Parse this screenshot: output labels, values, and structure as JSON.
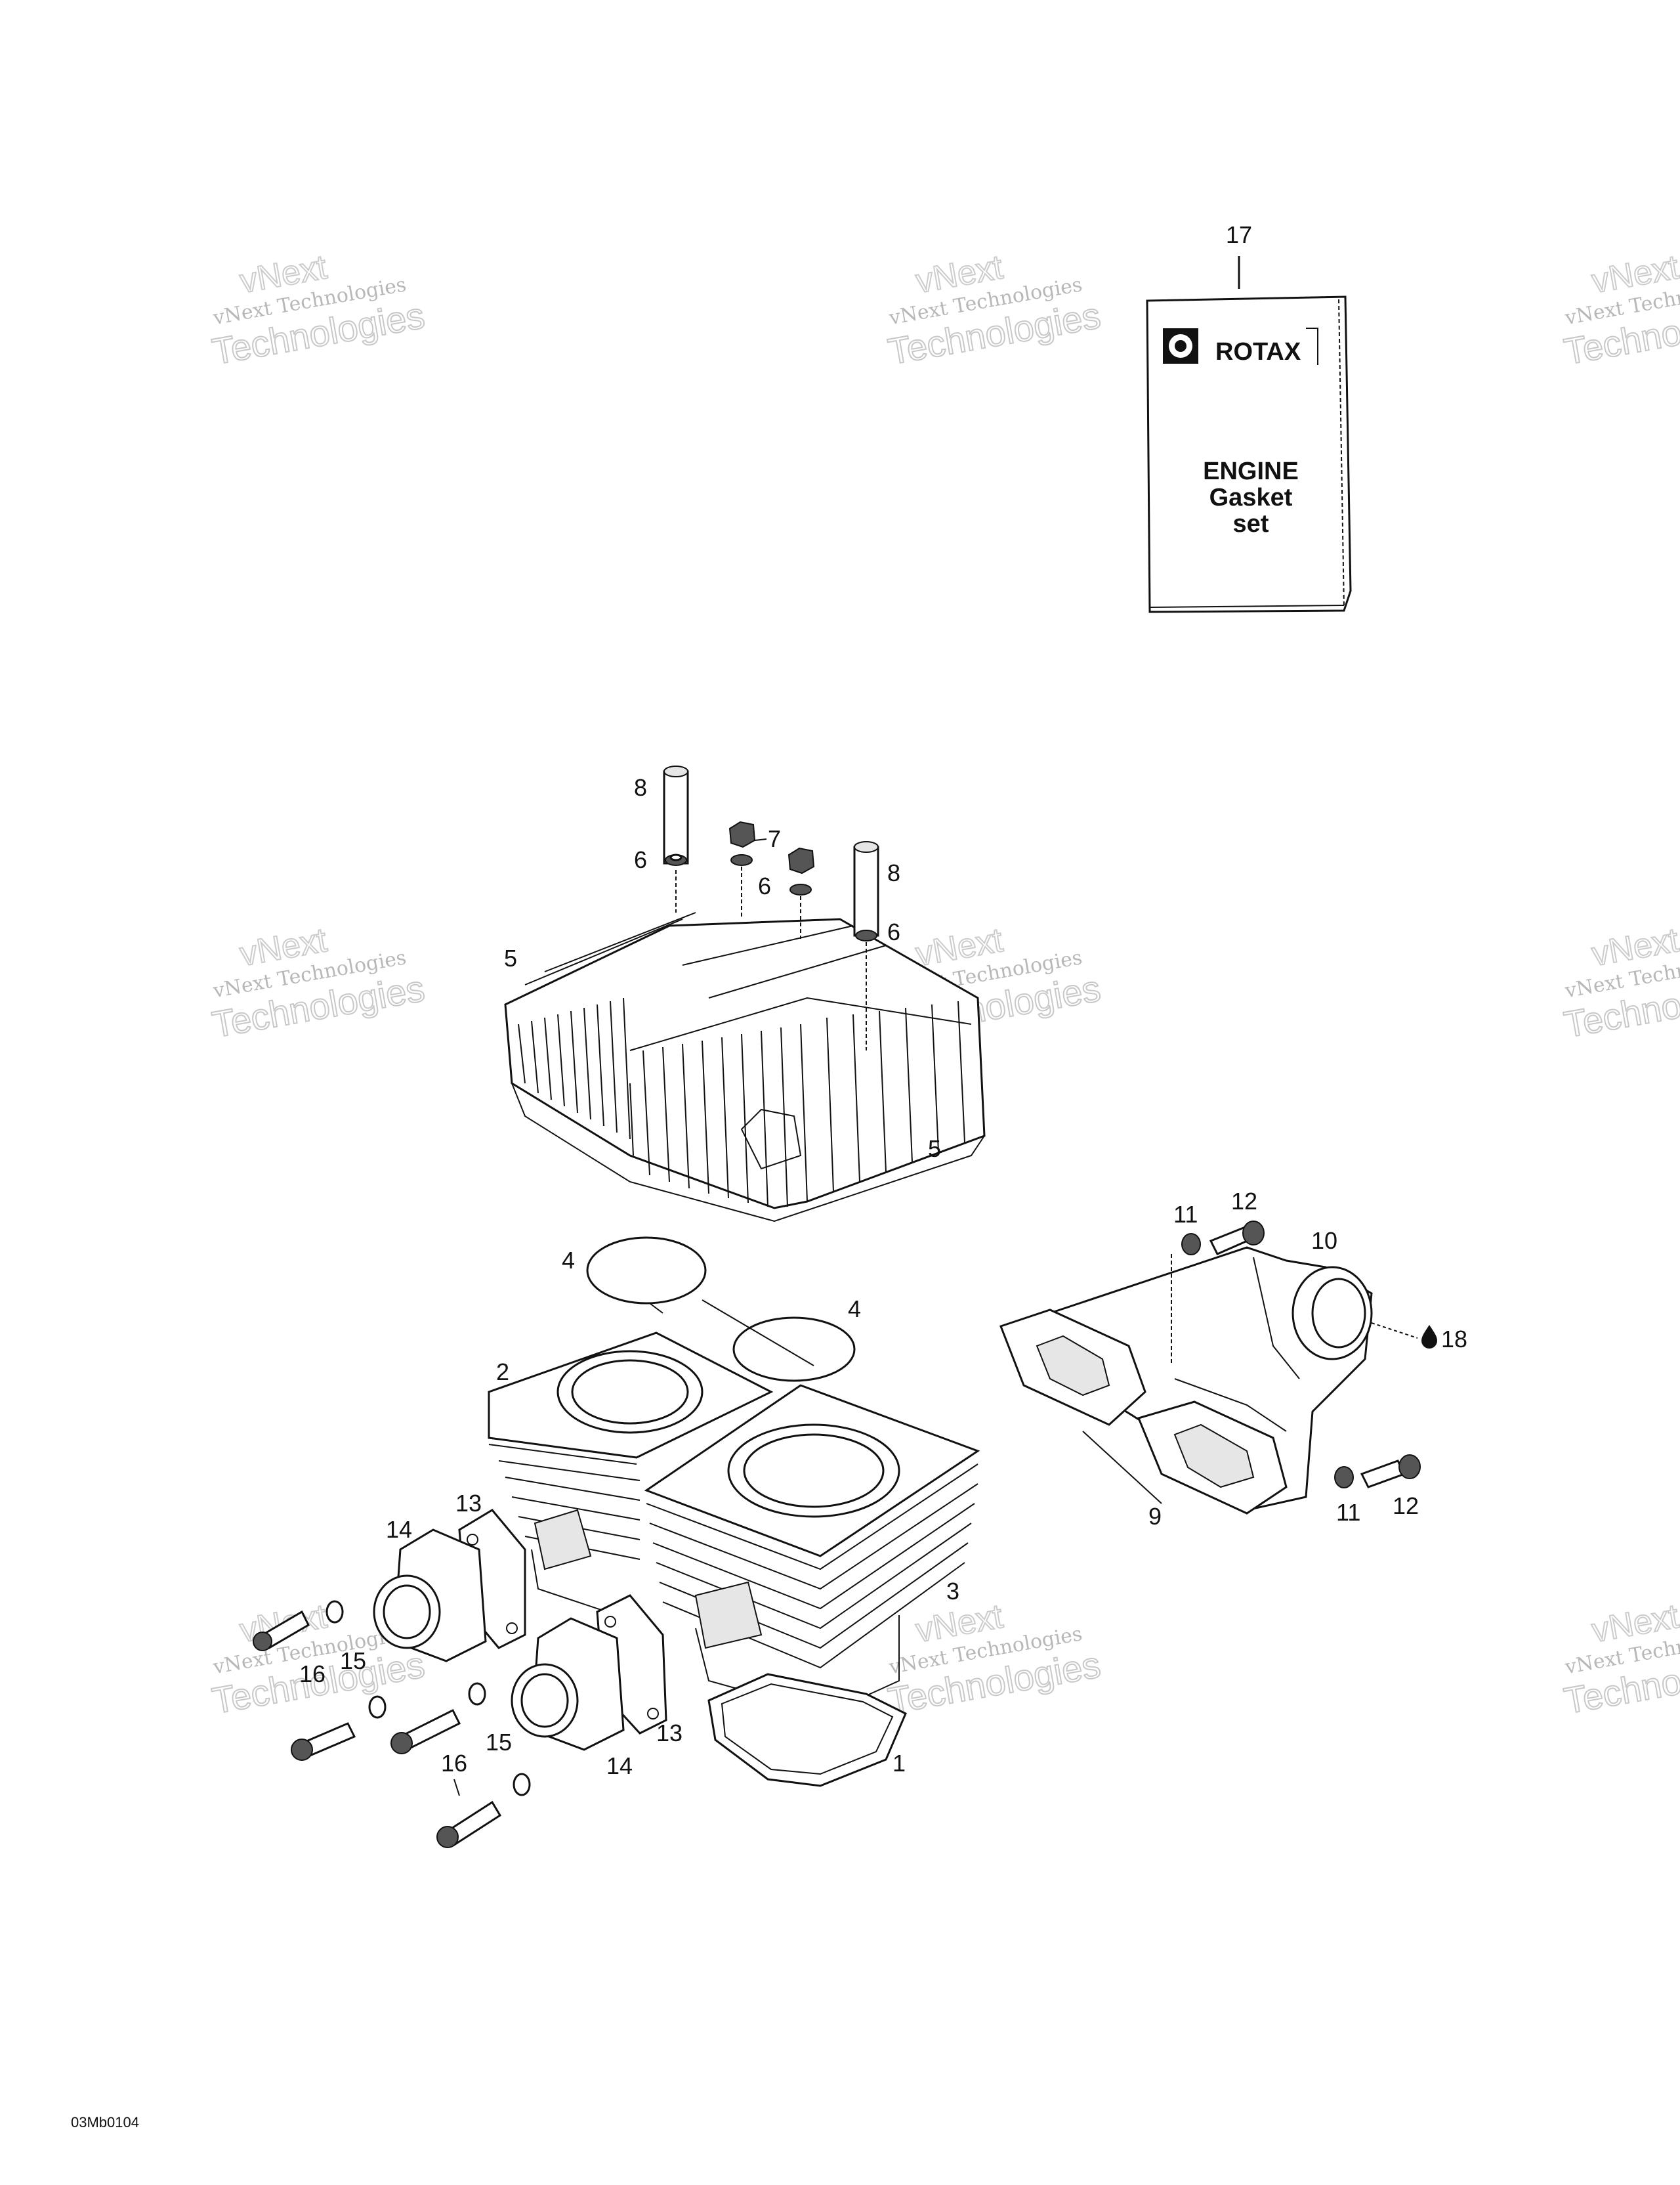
{
  "watermark": {
    "line1": "vNext",
    "line2": "vNext Technologies",
    "line3": "Technologies"
  },
  "kit": {
    "brand": "ROTAX",
    "lines": [
      "ENGINE",
      "Gasket",
      "set"
    ]
  },
  "drawing_code": "03Mb0104",
  "callouts": [
    "1",
    "2",
    "3",
    "4",
    "5",
    "6",
    "7",
    "8",
    "9",
    "10",
    "11",
    "12",
    "13",
    "14",
    "15",
    "16",
    "17",
    "18"
  ],
  "icons": {
    "lubricant": "oil-drop-icon",
    "logo": "gear-logo-icon"
  }
}
